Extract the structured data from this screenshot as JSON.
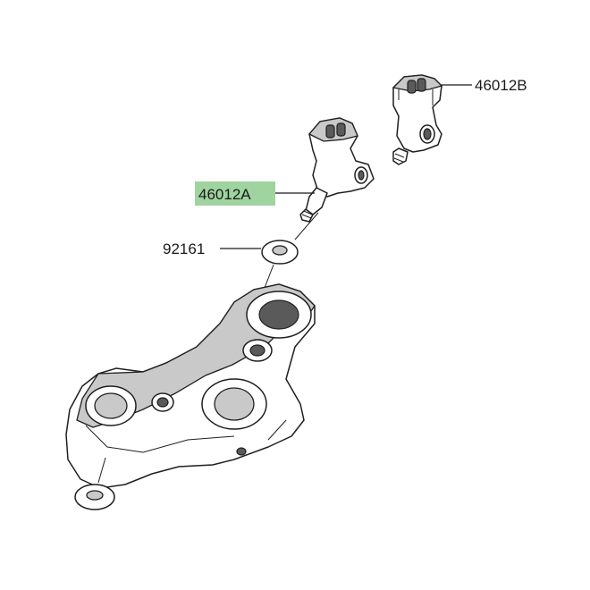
{
  "callouts": {
    "part_46012b": "46012B",
    "part_46012a": "46012A",
    "part_92161": "92161"
  },
  "colors": {
    "highlight": "#9fd39f",
    "line": "#1f1f1f",
    "shade": "#c9c9c9"
  }
}
